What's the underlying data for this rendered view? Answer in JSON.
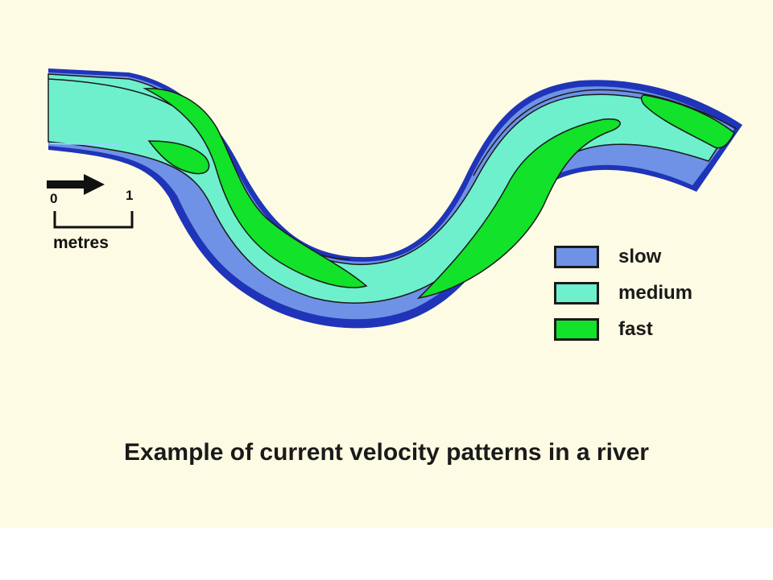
{
  "caption": "Example of current velocity patterns in a river",
  "scale_bar": {
    "start_label": "0",
    "end_label": "1",
    "unit_label": "metres"
  },
  "flow_direction_icon": "right-arrow-icon",
  "legend": [
    {
      "label": "slow",
      "color": "#6f92e6"
    },
    {
      "label": "medium",
      "color": "#6ef0cc"
    },
    {
      "label": "fast",
      "color": "#12e22a"
    }
  ],
  "colors": {
    "background": "#fdfbe3",
    "bank": "#1f34b8",
    "slow": "#6f92e6",
    "medium": "#6ef0cc",
    "fast": "#12e22a",
    "outline": "#1a1a1a"
  }
}
